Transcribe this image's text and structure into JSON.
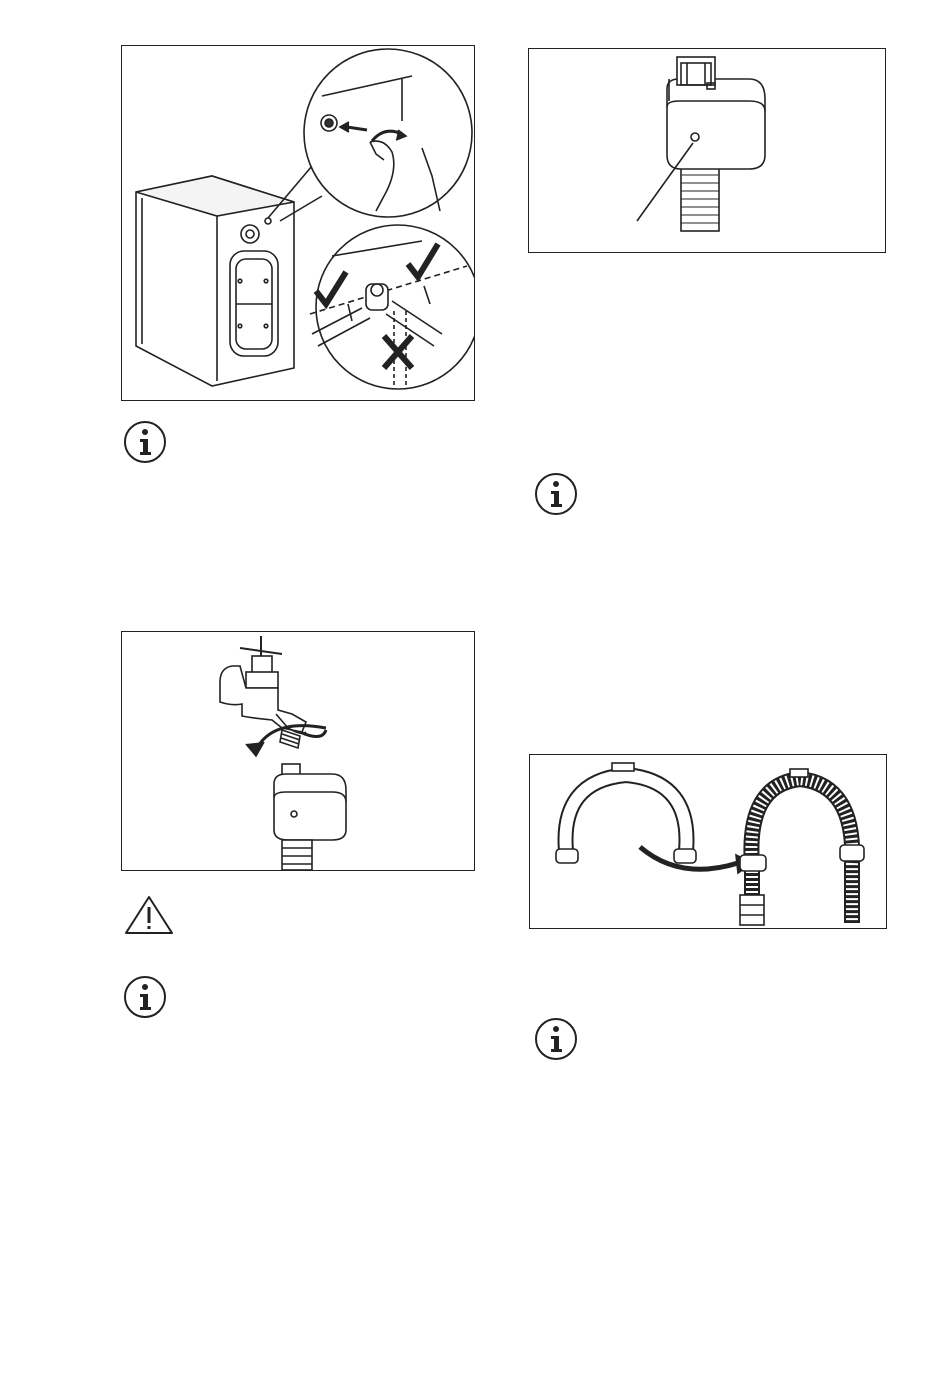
{
  "figures": [
    {
      "id": "washer",
      "icons": [
        "washing-machine-icon",
        "hand-icon",
        "check-mark-icon",
        "cross-mark-icon"
      ]
    },
    {
      "id": "valve",
      "icons": [
        "safety-valve-icon",
        "inlet-hose-icon"
      ]
    },
    {
      "id": "tap",
      "icons": [
        "water-tap-icon",
        "rotate-arrow-icon",
        "safety-valve-icon"
      ]
    },
    {
      "id": "guide",
      "icons": [
        "hose-guide-icon",
        "curved-arrow-icon",
        "drain-hose-icon"
      ]
    }
  ],
  "notices": [
    {
      "type": "info",
      "icon": "info-icon"
    },
    {
      "type": "info",
      "icon": "info-icon"
    },
    {
      "type": "warning",
      "icon": "warning-triangle-icon"
    },
    {
      "type": "info",
      "icon": "info-icon"
    },
    {
      "type": "info",
      "icon": "info-icon"
    }
  ],
  "colors": {
    "stroke": "#222222",
    "fill_dark": "#333333",
    "paper": "#ffffff"
  }
}
